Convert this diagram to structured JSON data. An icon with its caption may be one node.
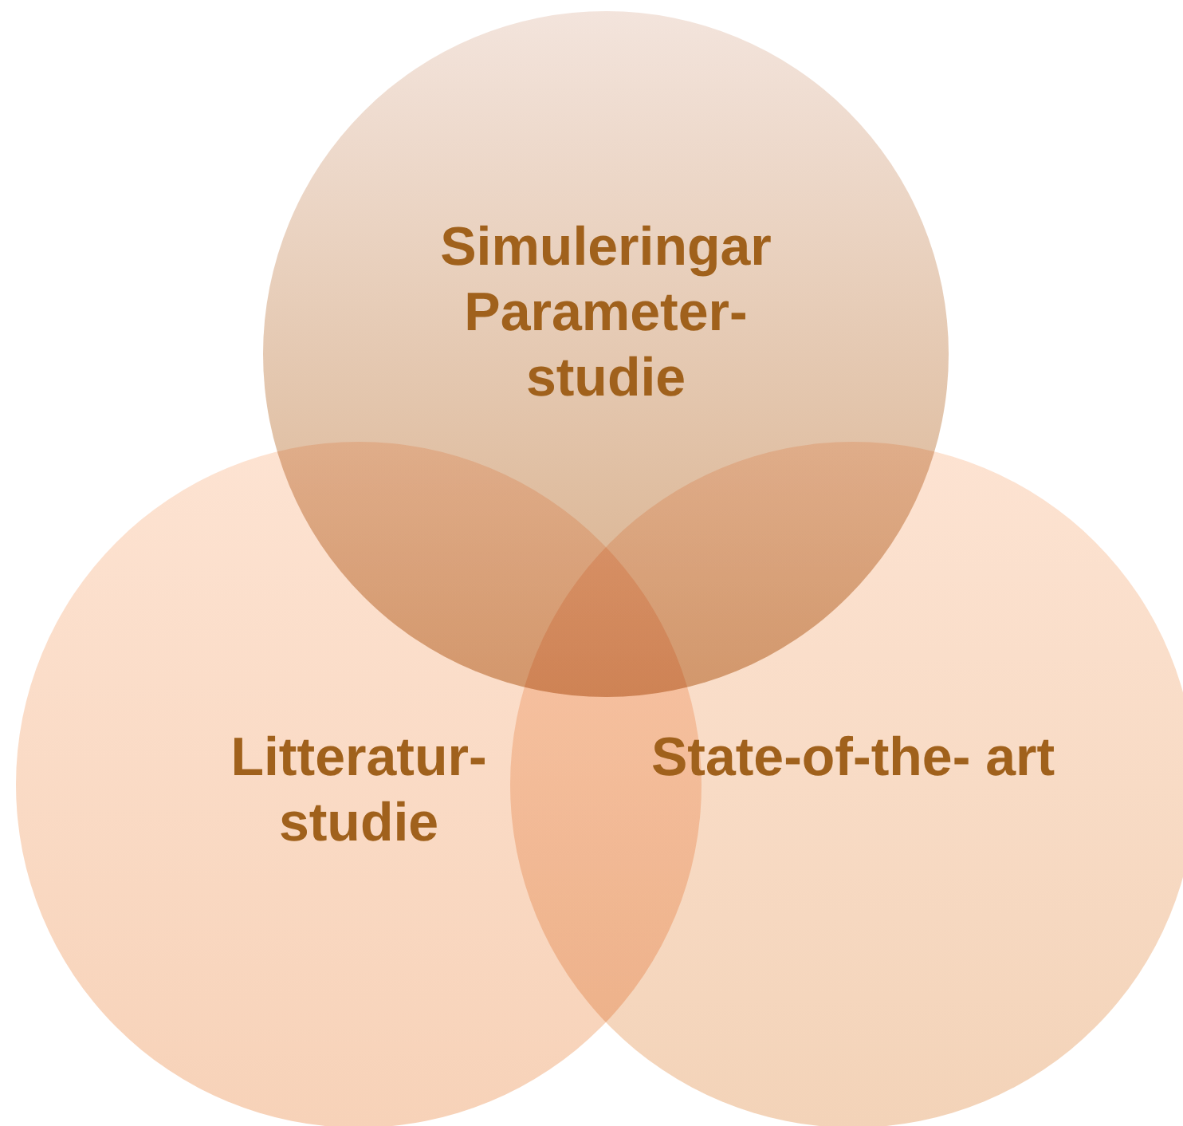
{
  "diagram": {
    "nodes": [
      {
        "text": [
          "Simuleringar",
          "Parameter- studie"
        ]
      },
      {
        "text": [
          "Litteratur- studie"
        ]
      },
      {
        "text": [
          "State-of-the- art"
        ]
      }
    ]
  }
}
